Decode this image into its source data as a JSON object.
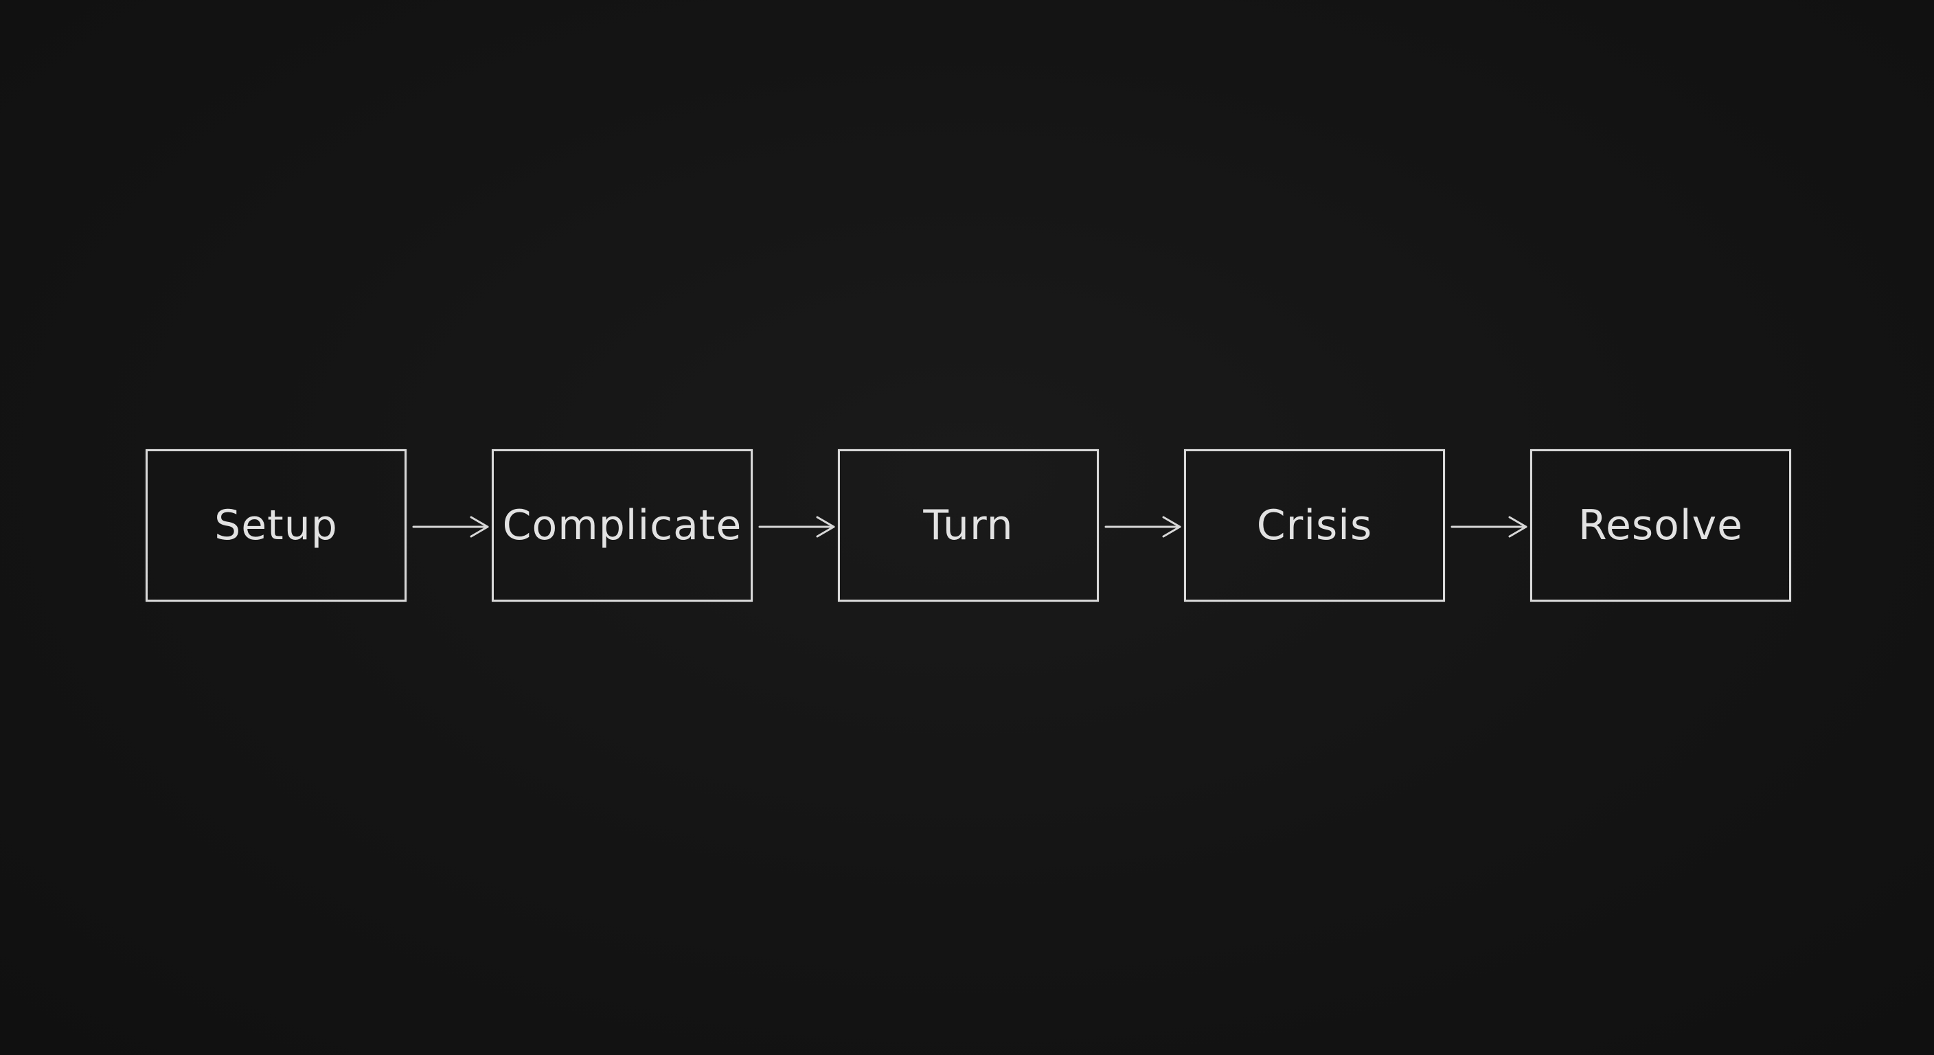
{
  "diagram": {
    "nodes": [
      {
        "id": "setup",
        "label": "Setup"
      },
      {
        "id": "complicate",
        "label": "Complicate"
      },
      {
        "id": "turn",
        "label": "Turn"
      },
      {
        "id": "crisis",
        "label": "Crisis"
      },
      {
        "id": "resolve",
        "label": "Resolve"
      }
    ],
    "edges": [
      {
        "from": "setup",
        "to": "complicate"
      },
      {
        "from": "complicate",
        "to": "turn"
      },
      {
        "from": "turn",
        "to": "crisis"
      },
      {
        "from": "crisis",
        "to": "resolve"
      }
    ],
    "colors": {
      "background": "#141414",
      "stroke": "#d8d8d8",
      "text": "#e2e2e2"
    }
  }
}
